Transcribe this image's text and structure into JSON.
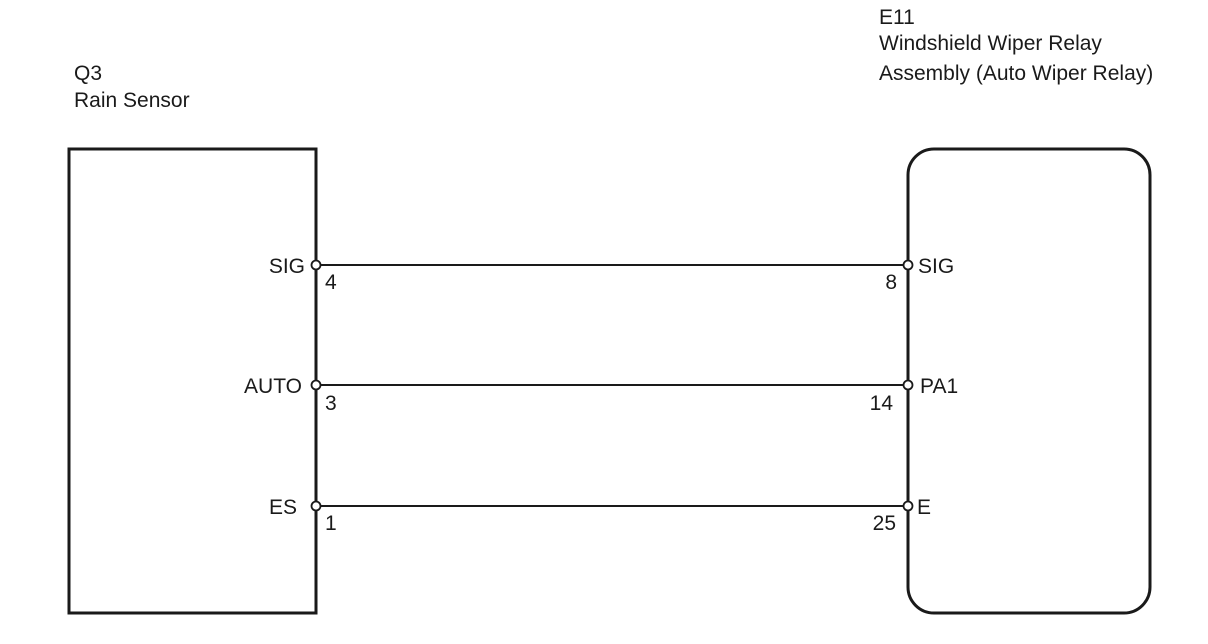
{
  "left_component": {
    "code": "Q3",
    "name": "Rain Sensor"
  },
  "right_component": {
    "code": "E11",
    "name_line1": "Windshield Wiper Relay",
    "name_line2": "Assembly (Auto Wiper Relay)"
  },
  "connections": [
    {
      "left_terminal": "SIG",
      "left_pin": "4",
      "right_pin": "8",
      "right_terminal": "SIG"
    },
    {
      "left_terminal": "AUTO",
      "left_pin": "3",
      "right_pin": "14",
      "right_terminal": "PA1"
    },
    {
      "left_terminal": "ES",
      "left_pin": "1",
      "right_pin": "25",
      "right_terminal": "E"
    }
  ]
}
